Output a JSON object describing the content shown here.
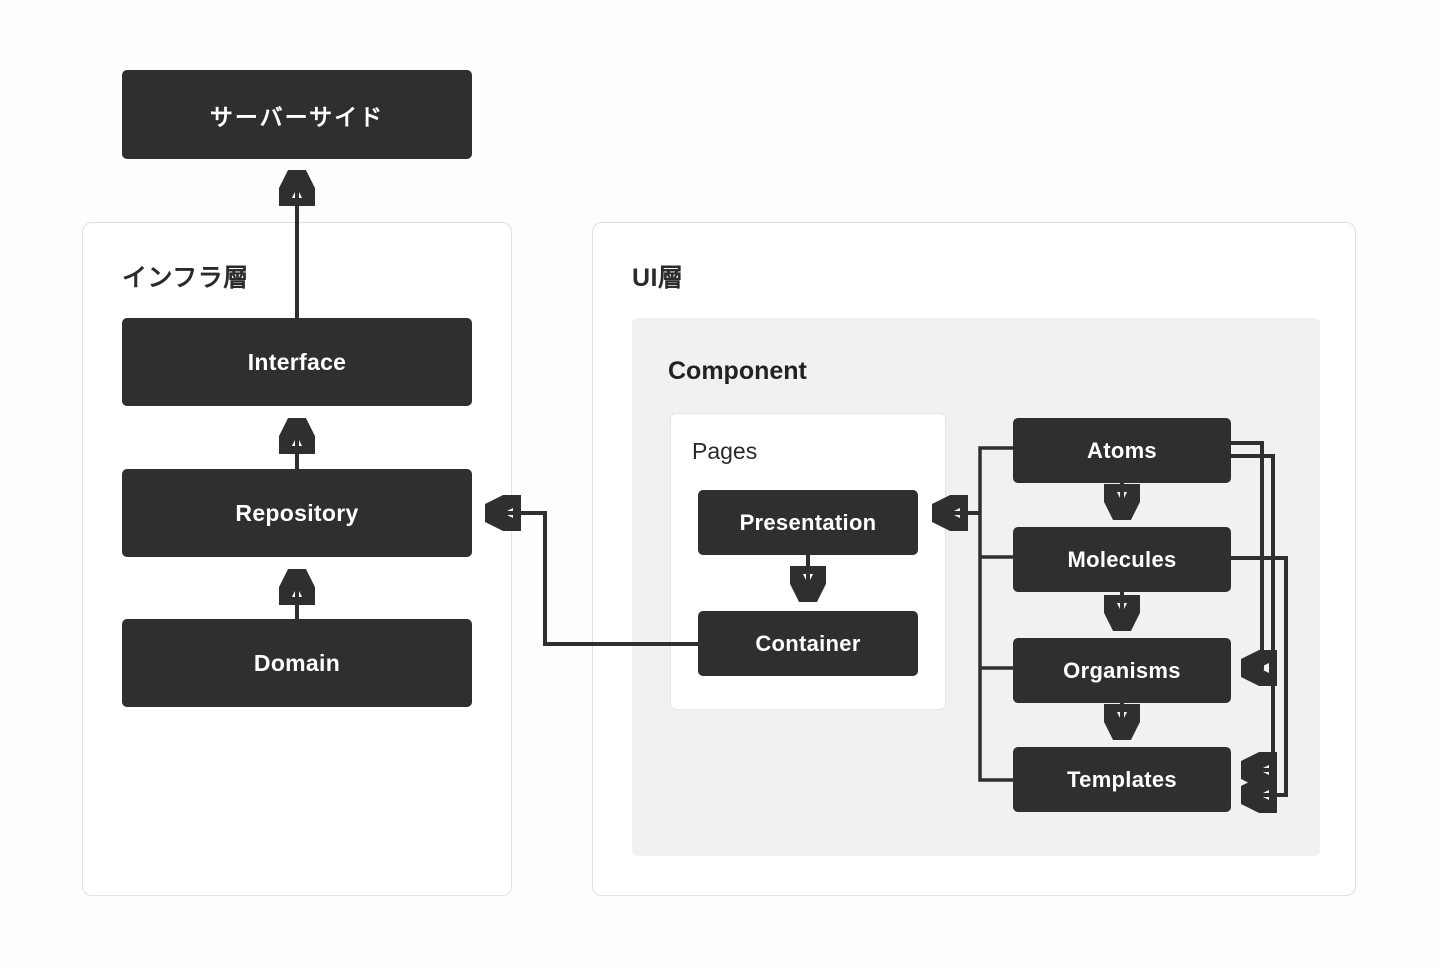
{
  "diagram": {
    "title_visible": false,
    "accent_dark": "#2f2f2f",
    "panel_grey": "#f1f1f1",
    "border_grey": "#e0e0e0",
    "canvas_bg": "#fdfdfd"
  },
  "server": {
    "label": "サーバーサイド"
  },
  "infra_layer": {
    "title": "インフラ層",
    "nodes": [
      {
        "id": "interface",
        "label": "Interface"
      },
      {
        "id": "repository",
        "label": "Repository"
      },
      {
        "id": "domain",
        "label": "Domain"
      }
    ]
  },
  "ui_layer": {
    "title": "UI層",
    "component": {
      "title": "Component",
      "pages": {
        "title": "Pages",
        "nodes": [
          {
            "id": "presentation",
            "label": "Presentation"
          },
          {
            "id": "container",
            "label": "Container"
          }
        ]
      },
      "atomic": {
        "nodes": [
          {
            "id": "atoms",
            "label": "Atoms"
          },
          {
            "id": "molecules",
            "label": "Molecules"
          },
          {
            "id": "organisms",
            "label": "Organisms"
          },
          {
            "id": "templates",
            "label": "Templates"
          }
        ]
      }
    }
  },
  "edges": [
    {
      "from": "interface",
      "to": "server",
      "kind": "arrow-up"
    },
    {
      "from": "repository",
      "to": "interface",
      "kind": "arrow-up"
    },
    {
      "from": "domain",
      "to": "repository",
      "kind": "arrow-up"
    },
    {
      "from": "container",
      "to": "repository",
      "kind": "arrow-left-elbow"
    },
    {
      "from": "atomic-bus",
      "to": "presentation",
      "kind": "arrow-left"
    },
    {
      "from": "presentation",
      "to": "container",
      "kind": "arrow-down"
    },
    {
      "from": "atoms",
      "to": "molecules",
      "kind": "arrow-down"
    },
    {
      "from": "molecules",
      "to": "organisms",
      "kind": "arrow-down"
    },
    {
      "from": "organisms",
      "to": "templates",
      "kind": "arrow-down"
    },
    {
      "from": "atoms",
      "to": "organisms",
      "kind": "arrow-right-elbow"
    },
    {
      "from": "atoms",
      "to": "templates",
      "kind": "arrow-right-elbow"
    },
    {
      "from": "molecules",
      "to": "templates",
      "kind": "arrow-right-elbow"
    }
  ]
}
